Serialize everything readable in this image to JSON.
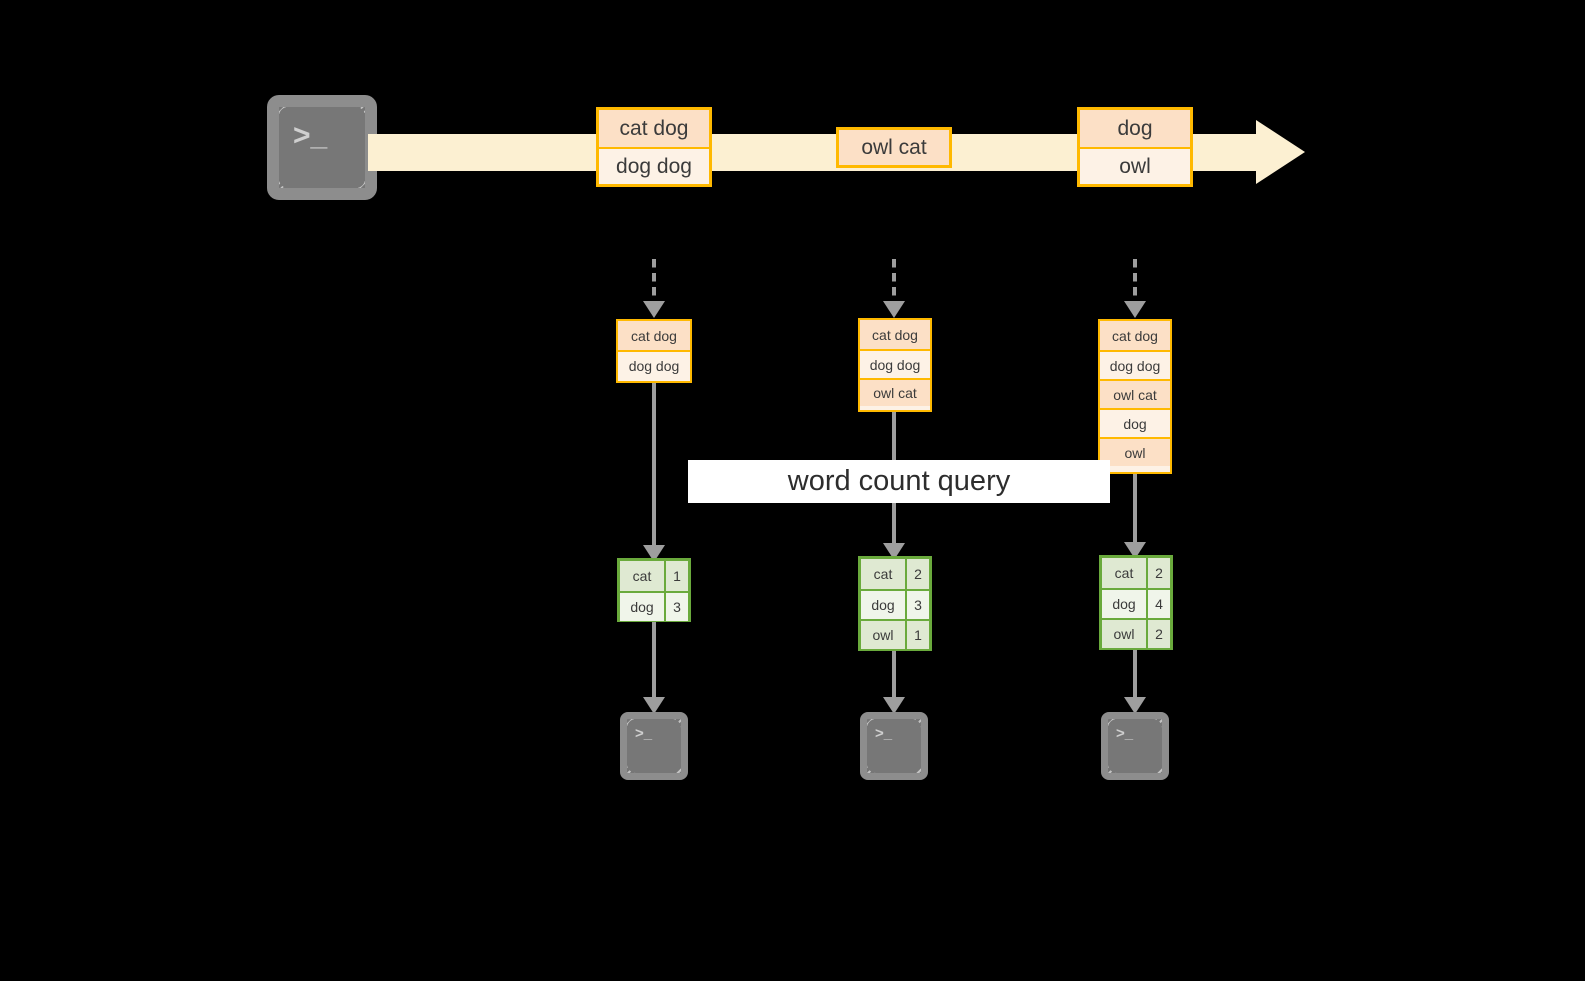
{
  "diagram": {
    "title_banner": "word count query",
    "colors": {
      "stream": "#fcf0d2",
      "event_border": "#ffb900",
      "event_fill_dark": "#fce0c6",
      "event_fill_light": "#fdf2e6",
      "result_border": "#6aaa3c",
      "result_fill_dark": "#dfe9d2",
      "result_fill_light": "#f0f5ea",
      "connector": "#9e9e9e",
      "terminal": "#777777",
      "background": "#000000"
    },
    "source": {
      "icon": "terminal-prompt-icon",
      "glyph": ">_"
    },
    "stream": {
      "icon": "stream-arrow-icon",
      "events": [
        {
          "lines": [
            "cat dog",
            "dog dog"
          ]
        },
        {
          "lines": [
            "owl cat"
          ]
        },
        {
          "lines": [
            "dog",
            "owl"
          ]
        }
      ]
    },
    "snapshots": [
      {
        "buffer_rows": [
          "cat dog",
          "dog dog"
        ],
        "result_header": null,
        "result_rows": [
          {
            "word": "cat",
            "count": "1"
          },
          {
            "word": "dog",
            "count": "3"
          }
        ],
        "sink_icon": "terminal-prompt-icon",
        "sink_glyph": ">_"
      },
      {
        "buffer_rows": [
          "cat dog",
          "dog dog",
          "owl cat"
        ],
        "result_header": null,
        "result_rows": [
          {
            "word": "cat",
            "count": "2"
          },
          {
            "word": "dog",
            "count": "3"
          },
          {
            "word": "owl",
            "count": "1"
          }
        ],
        "sink_icon": "terminal-prompt-icon",
        "sink_glyph": ">_"
      },
      {
        "buffer_rows": [
          "cat dog",
          "dog dog",
          "owl cat",
          "dog",
          "owl"
        ],
        "result_header": null,
        "result_rows": [
          {
            "word": "cat",
            "count": "2"
          },
          {
            "word": "dog",
            "count": "4"
          },
          {
            "word": "owl",
            "count": "2"
          }
        ],
        "sink_icon": "terminal-prompt-icon",
        "sink_glyph": ">_"
      }
    ]
  }
}
